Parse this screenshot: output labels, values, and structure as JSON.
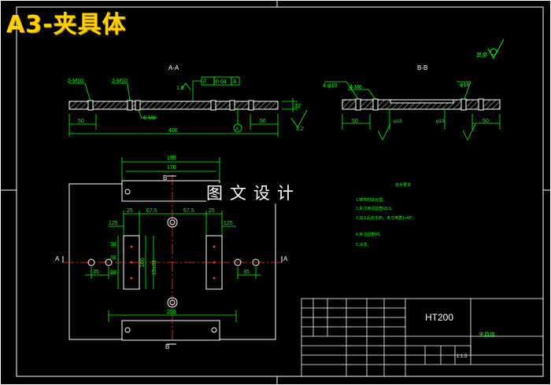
{
  "header": {
    "title": "A3-夹具体",
    "overlay_text": "图文设计"
  },
  "section_labels": {
    "aa": "A-A",
    "bb": "B-B",
    "a_left": "A",
    "a_right": "A",
    "b_top": "B",
    "b_bottom": "B"
  },
  "roughness": {
    "general": "其余"
  },
  "aa_view": {
    "hole_left_1": "2-M10",
    "hole_left_2": "2-M10",
    "hole_bottom": "6-M8",
    "roughness": "1.6",
    "tolerance_flatness": "0.04",
    "tolerance_datum": "A",
    "dim_left": "50",
    "dim_right": "50",
    "dim_total": "400",
    "dim_height": "32",
    "datum_marker": "A",
    "surface_32": "3.2"
  },
  "bb_view": {
    "hole_1": "4-φ10",
    "hole_2": "4-M6",
    "hole_3": "φ18",
    "dim_left": "50",
    "dim_right": "50",
    "dim_d1": "φ18",
    "dim_d2": "φ18"
  },
  "plan_view": {
    "dim_190": "190",
    "dim_170": "170",
    "dim_25_left": "25",
    "dim_675_left": "67.5",
    "dim_675_right": "67.5",
    "dim_25_right": "25",
    "dim_125_left": "125",
    "dim_125_right": "125",
    "dim_38_1": "38",
    "dim_38_2": "38",
    "dim_38_3": "38",
    "dim_100": "100",
    "dim_15401": "15±01",
    "dim_35_left": "35",
    "dim_35_right": "35",
    "dim_256": "256"
  },
  "notes": {
    "heading": "技术要求",
    "items": [
      "1.铸件时效处理。",
      "2.未注铸造圆角R3-5。",
      "3.加工后去毛刺，未注倒角1×45°。",
      "4.未注圆角R5。",
      "5.涂漆。"
    ]
  },
  "title_block": {
    "material": "HT200",
    "name": "夹具体",
    "scale": "1:1.5"
  },
  "colors": {
    "background": "#000000",
    "line": "#ffffff",
    "dimension": "#00ff00",
    "center": "#ff3030",
    "title": "#ffd000"
  }
}
